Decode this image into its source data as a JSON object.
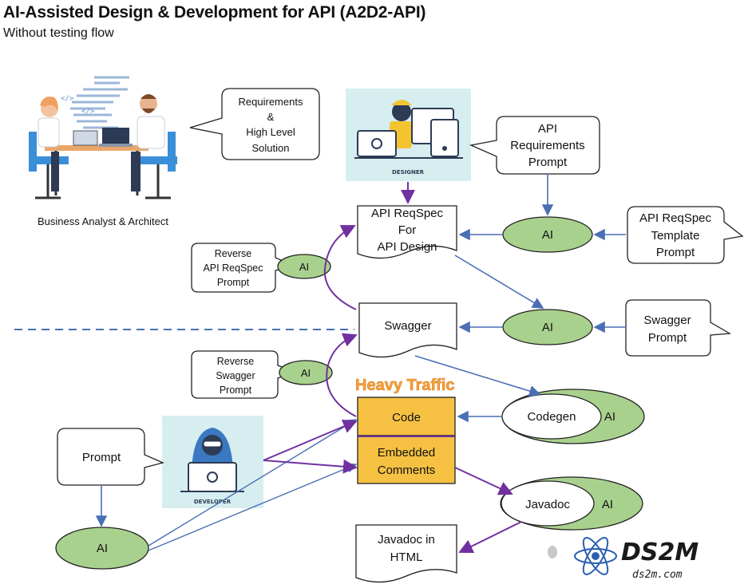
{
  "header": {
    "title": "AI-Assisted Design & Development for API (A2D2-API)",
    "subtitle": "Without testing flow"
  },
  "people": {
    "team_label": "Business Analyst & Architect",
    "designer_label": "DESIGNER",
    "developer_label": "DEVELOPER"
  },
  "callouts": {
    "requirements": [
      "Requirements",
      "&",
      "High Level",
      "Solution"
    ],
    "api_requirements_prompt": [
      "API",
      "Requirements",
      "Prompt"
    ],
    "api_reqspec_template_prompt": [
      "API ReqSpec",
      "Template",
      "Prompt"
    ],
    "reverse_api_reqspec_prompt": [
      "Reverse",
      "API ReqSpec",
      "Prompt"
    ],
    "swagger_prompt": [
      "Swagger",
      "Prompt"
    ],
    "reverse_swagger_prompt": [
      "Reverse",
      "Swagger",
      "Prompt"
    ],
    "prompt": "Prompt"
  },
  "documents": {
    "api_reqspec": [
      "API ReqSpec",
      "For",
      "API Design"
    ],
    "swagger": "Swagger",
    "code": "Code",
    "embedded_comments": [
      "Embedded",
      "Comments"
    ],
    "javadoc_html": [
      "Javadoc in",
      "HTML"
    ]
  },
  "ai_nodes": {
    "ai_label": "AI",
    "codegen": "Codegen",
    "javadoc": "Javadoc"
  },
  "annotations": {
    "heavy_traffic": "Heavy Traffic"
  },
  "logo": {
    "brand": "DS2M",
    "url": "ds2m.com"
  },
  "colors": {
    "ai_green": "#a9d18e",
    "code_orange": "#f6c142",
    "arrow_blue": "#4a6fb5",
    "arrow_purple": "#7030a0",
    "image_bg": "#d6eef0"
  }
}
